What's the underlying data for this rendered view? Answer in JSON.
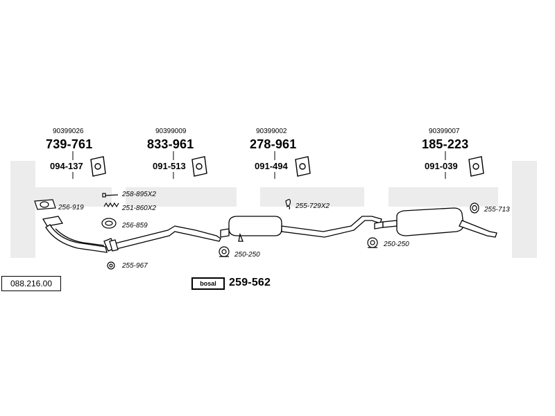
{
  "badge": "088.216.00",
  "brand_label": "bosal",
  "kit_number": "259-562",
  "groups": [
    {
      "oem": "90399026",
      "part": "739-761",
      "mount": "094-137"
    },
    {
      "oem": "90399009",
      "part": "833-961",
      "mount": "091-513"
    },
    {
      "oem": "90399002",
      "part": "278-961",
      "mount": "091-494"
    },
    {
      "oem": "90399007",
      "part": "185-223",
      "mount": "091-039"
    }
  ],
  "labels": {
    "gasket_256_919": "256-919",
    "bolt_258_895": "258-895X2",
    "spring_251_860": "251-860X2",
    "ring_256_859": "256-859",
    "clamp_255_967": "255-967",
    "clamp_250_250_a": "250-250",
    "clip_255_729": "255-729X2",
    "clamp_250_250_b": "250-250",
    "gasket_255_713": "255-713"
  }
}
